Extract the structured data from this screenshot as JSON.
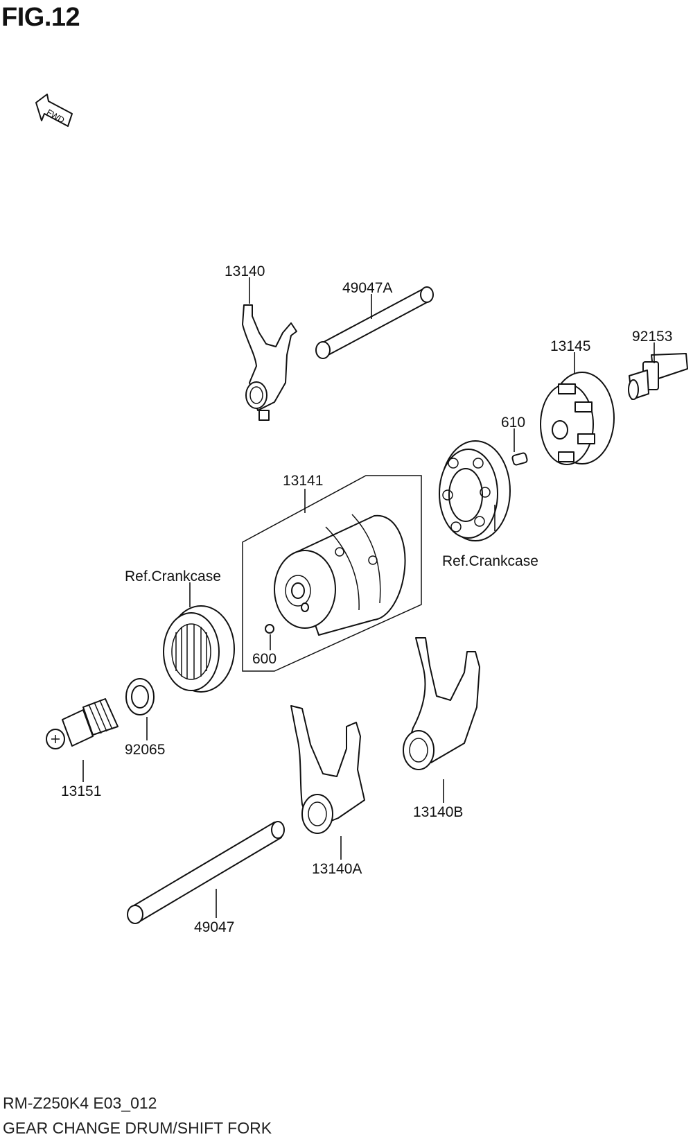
{
  "figure_title": "FIG.12",
  "fwd_label": "FWD",
  "model_code": "RM-Z250K4 E03_012",
  "diagram_title": "GEAR CHANGE DRUM/SHIFT FORK",
  "labels": {
    "fork_13140": "13140",
    "shaft_49047A": "49047A",
    "cam_13145": "13145",
    "bolt_92153": "92153",
    "pin_610": "610",
    "drum_13141": "13141",
    "ref_crankcase_right": "Ref.Crankcase",
    "ref_crankcase_left": "Ref.Crankcase",
    "ball_600": "600",
    "washer_92065": "92065",
    "switch_13151": "13151",
    "fork_13140B": "13140B",
    "fork_13140A": "13140A",
    "shaft_49047": "49047"
  }
}
